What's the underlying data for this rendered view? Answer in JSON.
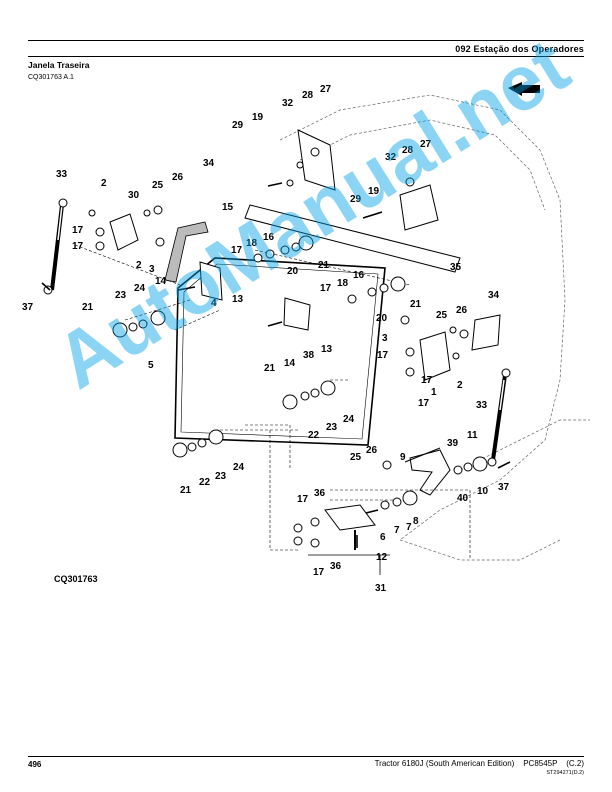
{
  "header": {
    "section_title": "092 Estação dos Operadores",
    "page_title": "Janela Traseira",
    "ref_code": "CQ301763 A.1"
  },
  "diagram": {
    "figure_label": "CQ301763",
    "callouts": [
      "29",
      "19",
      "32",
      "28",
      "27",
      "32",
      "28",
      "27",
      "29",
      "19",
      "33",
      "2",
      "30",
      "25",
      "26",
      "34",
      "15",
      "17",
      "17",
      "2",
      "3",
      "16",
      "18",
      "17",
      "20",
      "21",
      "35",
      "14",
      "4",
      "13",
      "18",
      "17",
      "16",
      "21",
      "34",
      "37",
      "21",
      "23",
      "24",
      "13",
      "20",
      "25",
      "26",
      "3",
      "17",
      "5",
      "14",
      "38",
      "17",
      "1",
      "2",
      "21",
      "33",
      "17",
      "22",
      "23",
      "24",
      "25",
      "26",
      "39",
      "11",
      "9",
      "21",
      "22",
      "23",
      "24",
      "40",
      "10",
      "37",
      "17",
      "36",
      "6",
      "7",
      "7",
      "8",
      "12",
      "17",
      "36",
      "31"
    ]
  },
  "watermark": "AutoManual.net",
  "footer": {
    "page_number": "496",
    "doc_info": "Tractor 6180J (South American Edition)    PC8545P    (C.2)",
    "doc_sub": "ST294271(D.2)"
  }
}
